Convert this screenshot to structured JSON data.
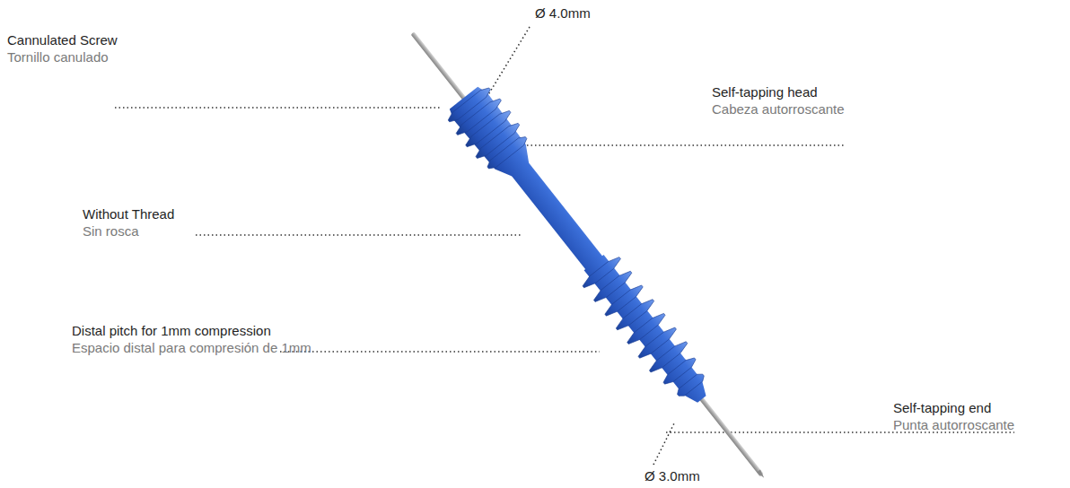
{
  "diagram": {
    "labels": [
      "Ø 4.0mm",
      "Cannulated Screw",
      "Tornillo canulado",
      "Self-tapping head",
      "Cabeza autorroscante",
      "Without Thread",
      "Sin rosca",
      "Distal pitch for 1mm compression",
      "Espacio distal para compresión de 1mm",
      "Self-tapping end",
      "Punta autorroscante",
      "Ø 3.0mm"
    ]
  }
}
